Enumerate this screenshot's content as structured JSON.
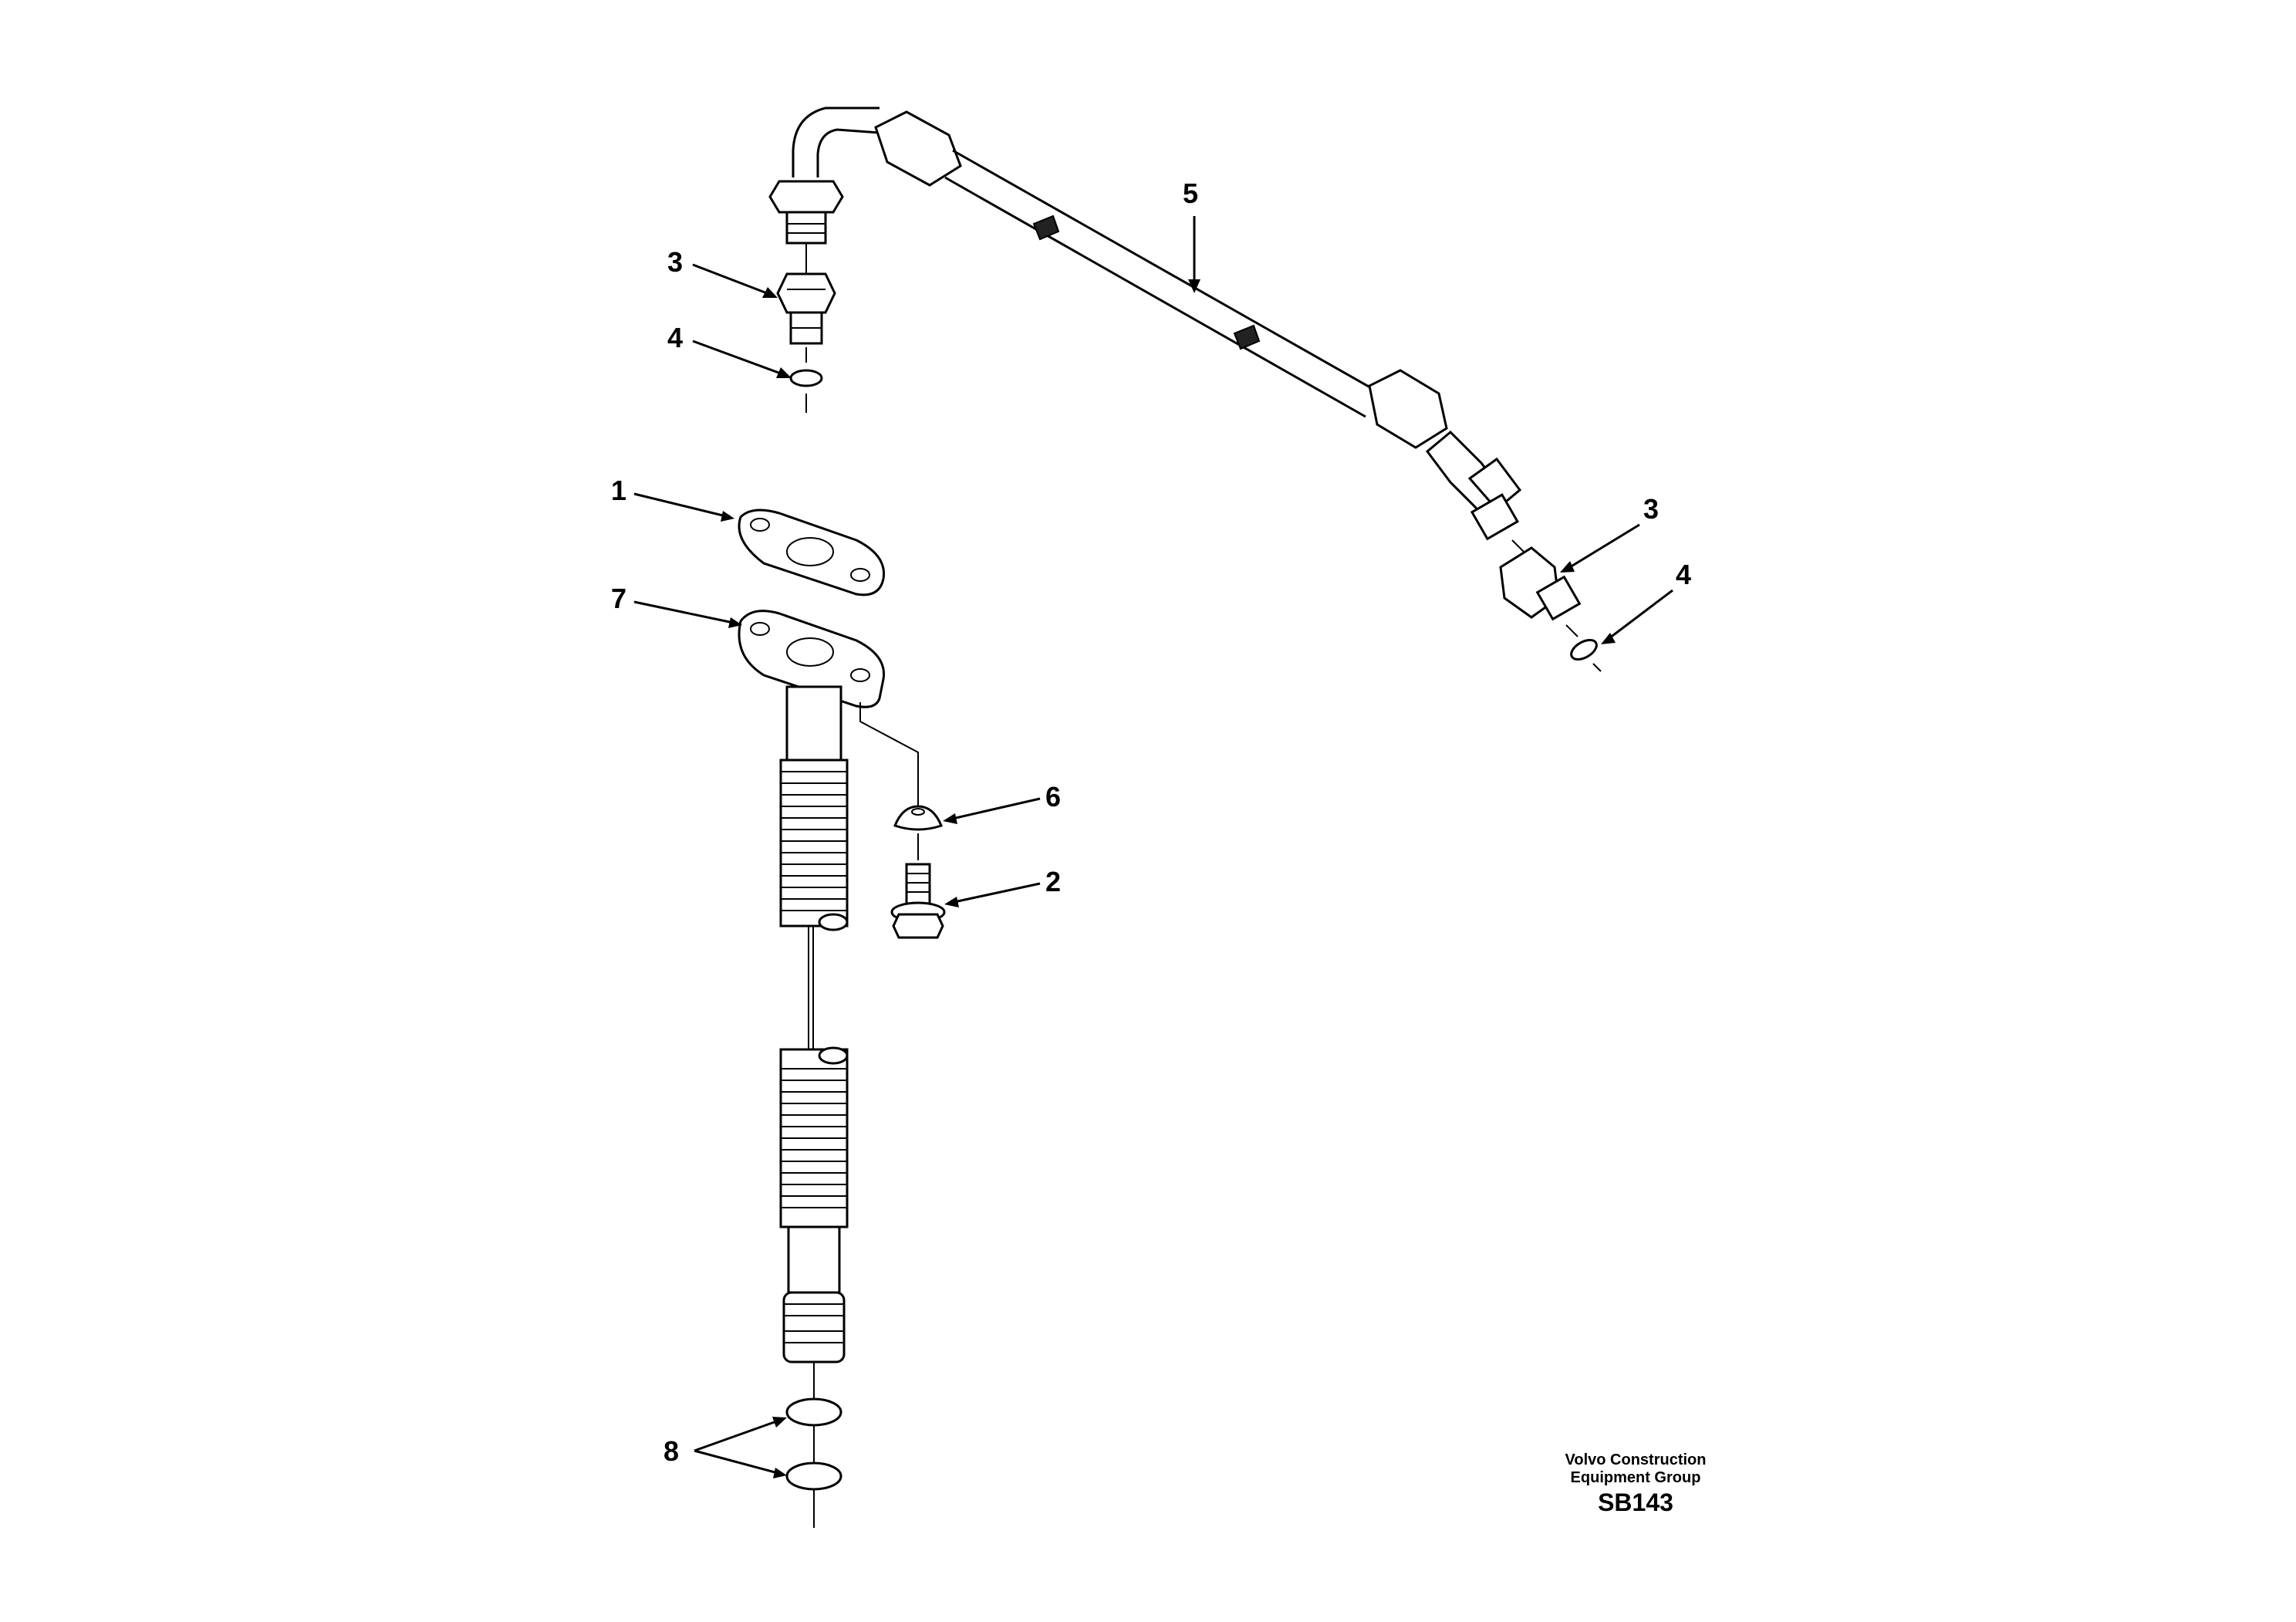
{
  "callouts": {
    "c1": "1",
    "c2": "2",
    "c3a": "3",
    "c3b": "3",
    "c4a": "4",
    "c4b": "4",
    "c5": "5",
    "c6": "6",
    "c7": "7",
    "c8": "8"
  },
  "footer": {
    "company_line1": "Volvo Construction",
    "company_line2": "Equipment Group",
    "code": "SB143"
  }
}
